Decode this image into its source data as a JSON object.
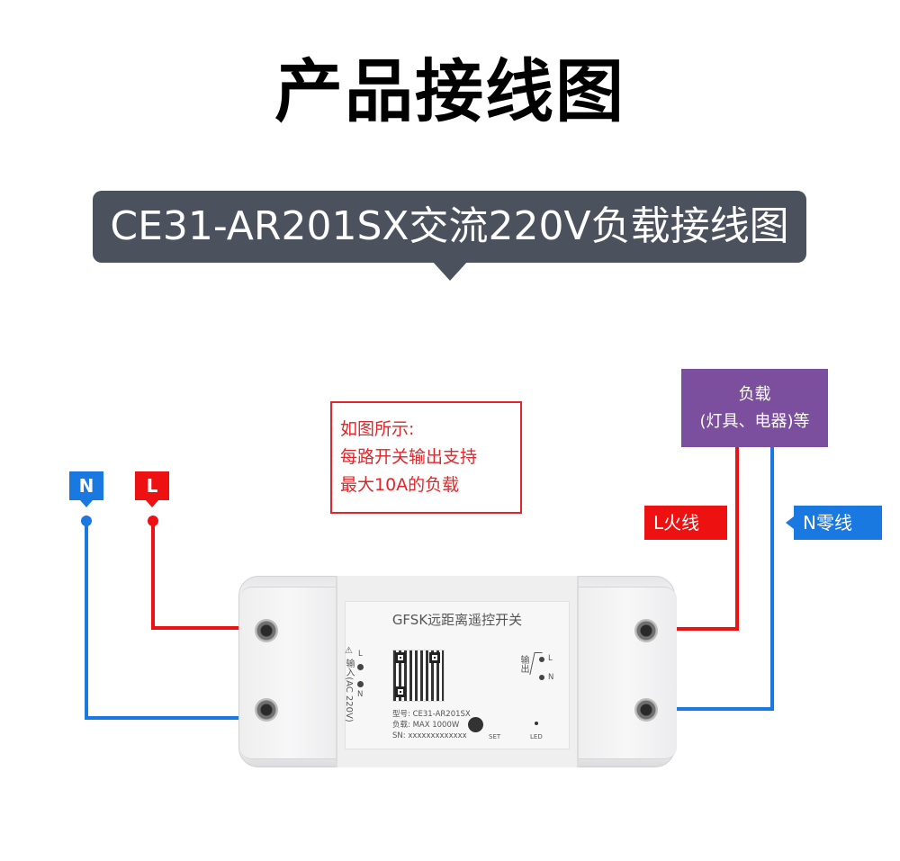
{
  "title": "产品接线图",
  "banner": {
    "text": "CE31-AR201SX交流220V负载接线图",
    "color": "#4b525e"
  },
  "note": {
    "lines": [
      "如图所示:",
      "每路开关输出支持",
      "最大10A的负载"
    ],
    "color": "#e0262a"
  },
  "load": {
    "line1": "负载",
    "line2": "(灯具、电器)等",
    "color": "#7b4f9d"
  },
  "input_tags": {
    "neutral": "N",
    "live": "L"
  },
  "output_tags": {
    "live": "L火线",
    "neutral": "N零线"
  },
  "colors": {
    "live_wire": "#ee1111",
    "neutral_wire": "#1a79e0"
  },
  "device": {
    "name": "GFSK远距离遥控开关",
    "input_label": "输入(AC 220V)",
    "input_terminals": [
      "L",
      "N"
    ],
    "output_label": "输出",
    "output_terminals": [
      "L",
      "N"
    ],
    "model": "型号: CE31-AR201SX",
    "load_rating": "负载: MAX 1000W",
    "sn": "SN: xxxxxxxxxxxxx",
    "set_label": "SET",
    "led_label": "LED"
  }
}
